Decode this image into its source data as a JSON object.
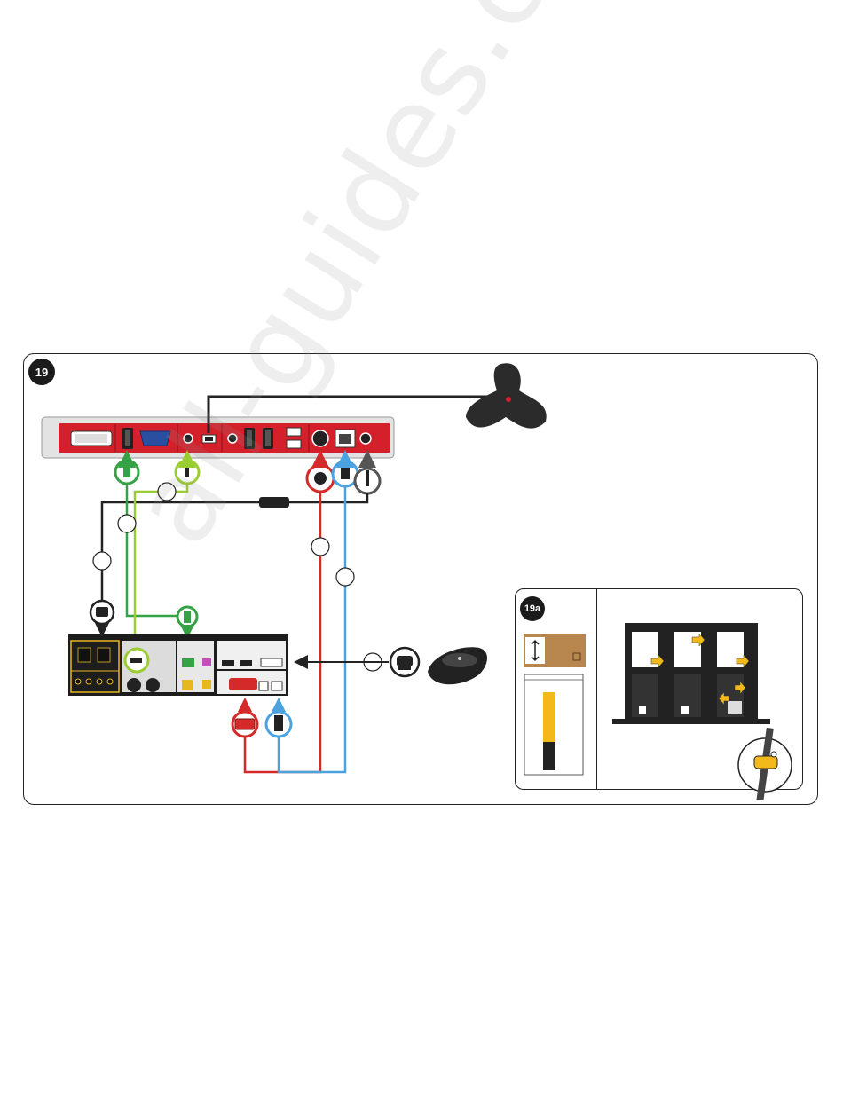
{
  "step": {
    "main": "19",
    "sub": "19a"
  },
  "watermark": "all-guides.com",
  "colors": {
    "codec_red": "#d4202a",
    "cable_green": "#35a245",
    "cable_lime": "#9acd32",
    "cable_red": "#d42a2a",
    "cable_blue": "#4aa3df",
    "cable_gray": "#555555",
    "panel_stroke": "#222222",
    "strap_yellow": "#f2b81c",
    "box_brown": "#b7874f"
  },
  "icons": [
    "hdmi-port-icon",
    "vga-port-icon",
    "usb-port-icon",
    "ethernet-port-icon",
    "power-connector-icon",
    "remote-receiver-icon",
    "microphone-icon",
    "touch-panel-icon",
    "velcro-strap-icon",
    "arrow-right-icon"
  ]
}
